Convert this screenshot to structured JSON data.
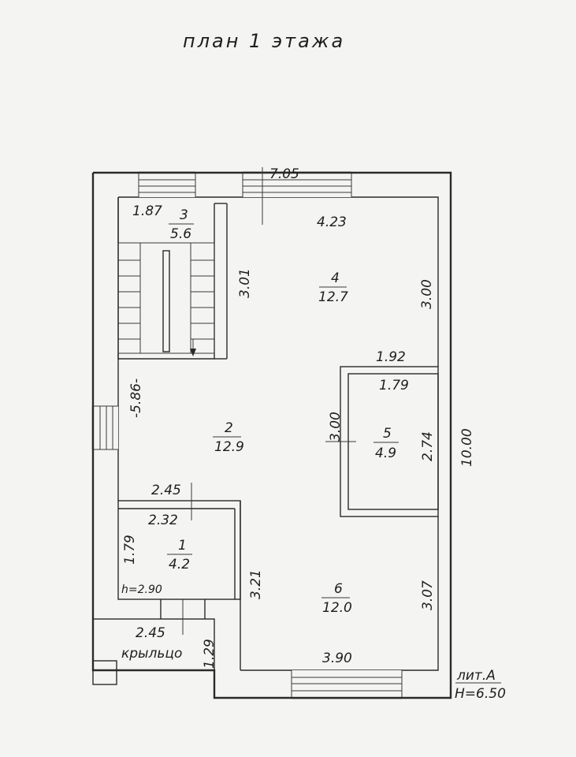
{
  "title": "план  1  этажа",
  "lit": {
    "name": "лит.А",
    "height": "H=6.50"
  },
  "rooms": [
    {
      "number": "1",
      "area": "4.2",
      "height_note": "h=2.90"
    },
    {
      "number": "2",
      "area": "12.9"
    },
    {
      "number": "3",
      "area": "5.6"
    },
    {
      "number": "4",
      "area": "12.7"
    },
    {
      "number": "5",
      "area": "4.9"
    },
    {
      "number": "6",
      "area": "12.0"
    }
  ],
  "porch": {
    "label": "крыльцо"
  },
  "dimensions": {
    "overall_width": "7.05",
    "overall_depth": "10.00",
    "stair_width": "1.87",
    "room4_width": "4.23",
    "room4_depth_left": "3.01",
    "room4_depth_right": "3.00",
    "hall_depth": "-5.86-",
    "room5_top": "1.92",
    "room5_inner_width": "1.79",
    "room5_left": "3.00",
    "room5_right": "2.74",
    "room1_top_outer": "2.45",
    "room1_top_inner": "2.32",
    "room1_depth": "1.79",
    "room6_left": "3.21",
    "room6_right": "3.07",
    "room6_width": "3.90",
    "porch_width": "2.45",
    "porch_depth": "1.29"
  }
}
